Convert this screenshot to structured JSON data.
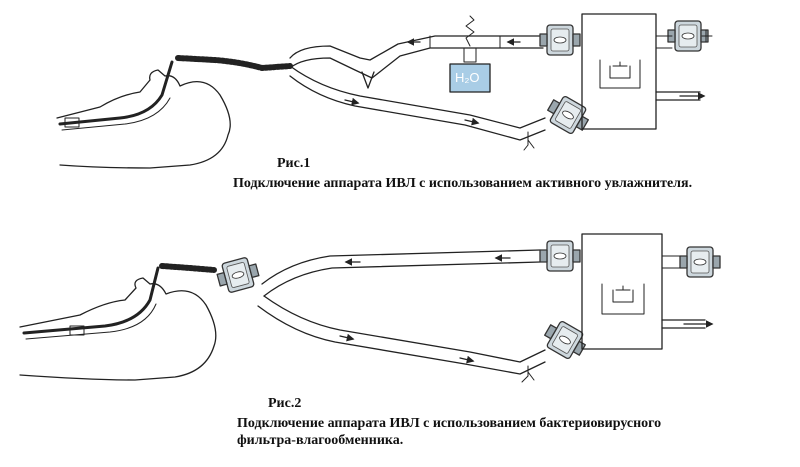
{
  "figure1": {
    "label": "Рис.1",
    "caption": "Подключение  аппарата ИВЛ с использованием активного увлажнителя.",
    "humidifier_text": "H₂O"
  },
  "figure2": {
    "label": "Рис.2",
    "caption_line1": "Подключение  аппарата ИВЛ с использованием бактериовирусного",
    "caption_line2": "фильтра-влагообменника."
  },
  "colors": {
    "line": "#222222",
    "water": "#a9cde6",
    "filter_fill": "#cdd7dd"
  }
}
